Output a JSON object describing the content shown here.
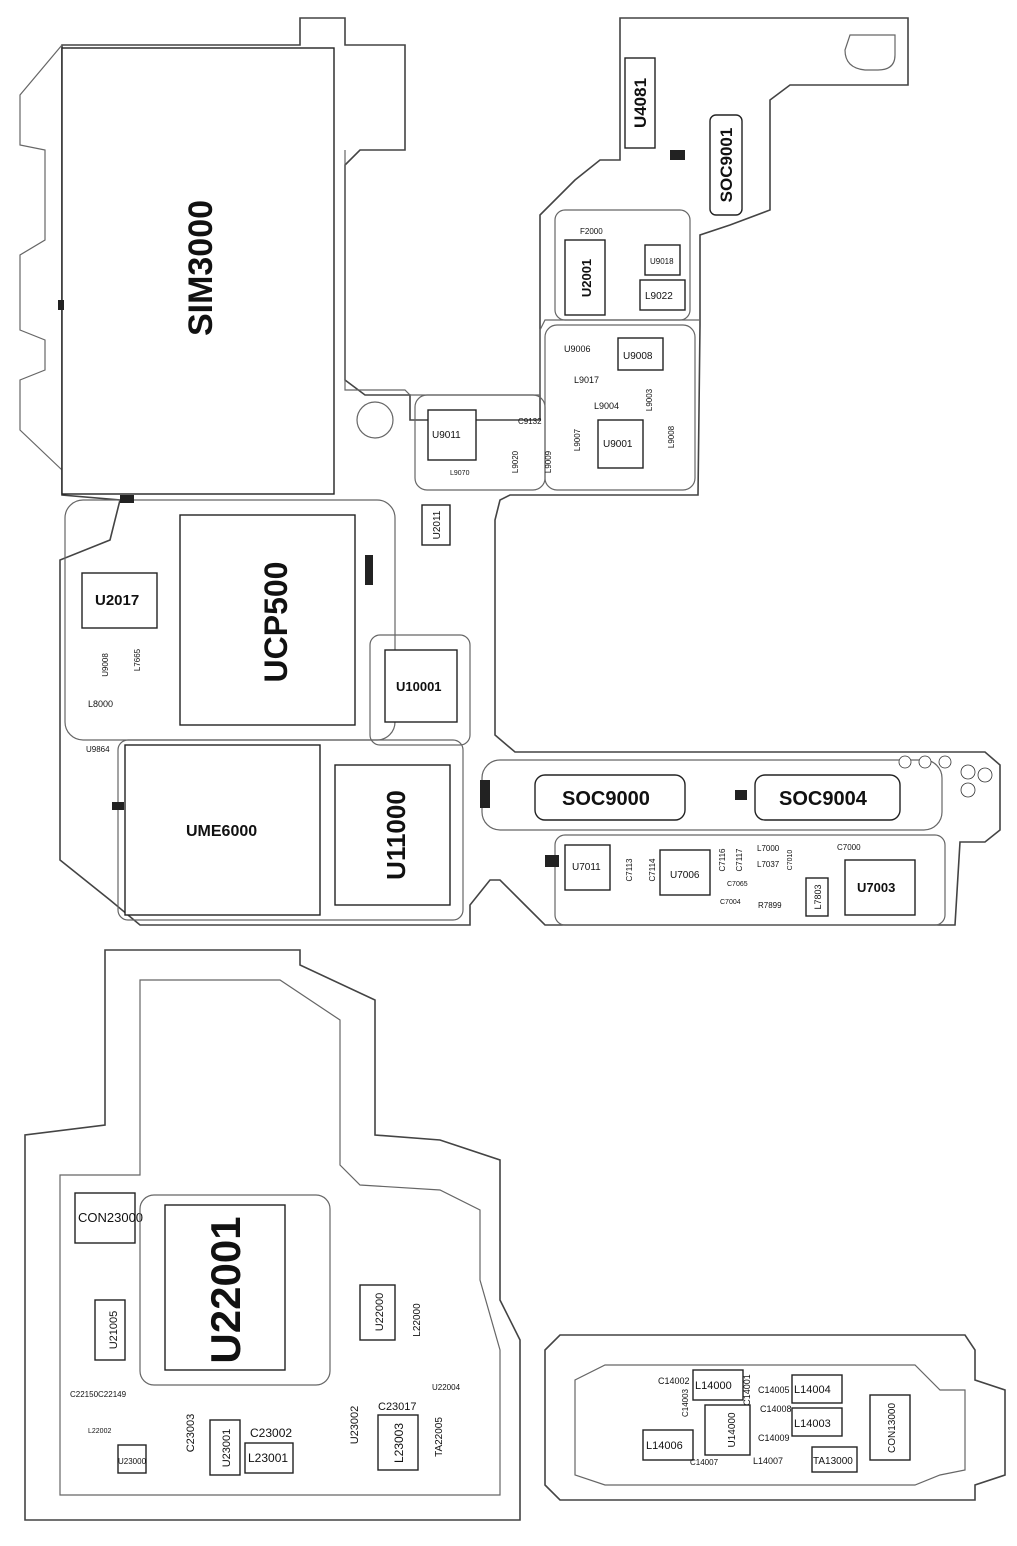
{
  "components": {
    "sim3000": "SIM3000",
    "ucp500": "UCP500",
    "ume6000": "UME6000",
    "u11000": "U11000",
    "u10001": "U10001",
    "u2017": "U2017",
    "u2011": "U2011",
    "u4081": "U4081",
    "soc9001": "SOC9001",
    "u2001": "U2001",
    "f2000": "F2000",
    "u9018": "U9018",
    "l9022": "L9022",
    "u9006": "U9006",
    "u9008": "U9008",
    "l9017": "L9017",
    "l9004": "L9004",
    "l9003": "L9003",
    "u9011": "U9011",
    "c9132": "C9132",
    "u9001": "U9001",
    "l9020": "L9020",
    "l9007": "L9007",
    "l9008": "L9008",
    "l9009": "L9009",
    "l9070": "L9070",
    "u9008b": "U9008",
    "l8000": "L8000",
    "l7665": "L7665",
    "u9864": "U9864",
    "soc9000": "SOC9000",
    "soc9004": "SOC9004",
    "u7011": "U7011",
    "u7006": "U7006",
    "u7003": "U7003",
    "l7803": "L7803",
    "l7000": "L7000",
    "l7037": "L7037",
    "c7113": "C7113",
    "c7114": "C7114",
    "c7116": "C7116",
    "c7117": "C7117",
    "c7010": "C7010",
    "c7000": "C7000",
    "c7004": "C7004",
    "c7065": "C7065",
    "r7899": "R7899",
    "con23000": "CON23000",
    "u22001": "U22001",
    "u21005": "U21005",
    "u22000": "U22000",
    "l22000": "L22000",
    "u22004": "U22004",
    "u23000": "U23000",
    "u23002": "U23002",
    "u23001": "U23001",
    "c23003": "C23003",
    "c23002": "C23002",
    "l23001": "L23001",
    "l23003": "L23003",
    "c23017": "C23017",
    "ta22005": "TA22005",
    "l22002": "L22002",
    "c22150": "C22150C22149",
    "l14000": "L14000",
    "l14004": "L14004",
    "l14003": "L14003",
    "l14006": "L14006",
    "u14000": "U14000",
    "c14002": "C14002",
    "c14003": "C14003",
    "c14001": "C14001",
    "c14005": "C14005",
    "c14008": "C14008",
    "c14009": "C14009",
    "c14007": "C14007",
    "l14007": "L14007",
    "ta13000": "TA13000",
    "con13000": "CON13000"
  },
  "colors": {
    "stroke": "#444444",
    "text": "#111111",
    "pad_dark": "#222222"
  }
}
